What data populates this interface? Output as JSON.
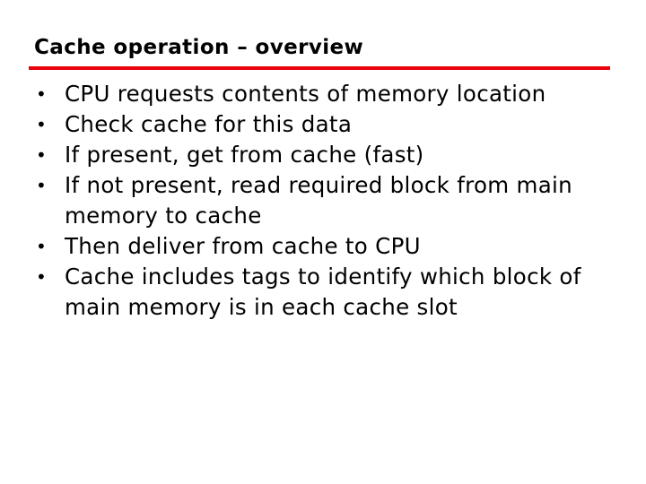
{
  "slide": {
    "title": "Cache operation – overview",
    "accent_color": "#e8000d",
    "bullet_glyph": "•",
    "bullets": [
      "CPU requests contents of memory location",
      "Check cache for this data",
      "If present, get from cache (fast)",
      "If not present, read required block from main memory to cache",
      "Then deliver from cache to CPU",
      "Cache includes tags to identify which block of main memory is in each cache slot"
    ]
  }
}
